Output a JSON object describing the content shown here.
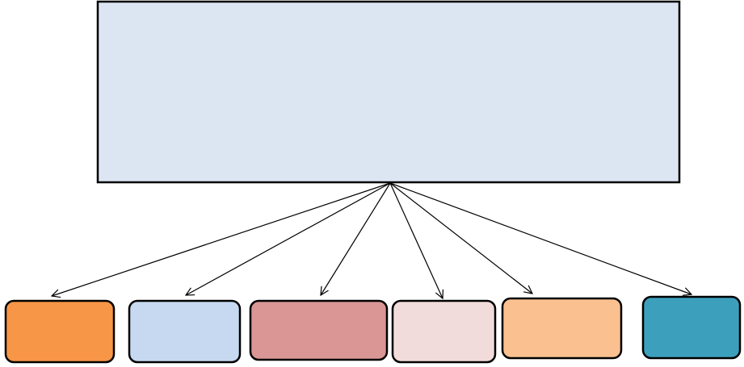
{
  "diagram": {
    "root": {
      "text": "",
      "fill": "#dce6f2",
      "stroke": "#000000"
    },
    "children": [
      {
        "id": "child-1",
        "text": "",
        "fill": "#f79646",
        "stroke": "#000000"
      },
      {
        "id": "child-2",
        "text": "",
        "fill": "#c6d9f0",
        "stroke": "#000000"
      },
      {
        "id": "child-3",
        "text": "",
        "fill": "#d99694",
        "stroke": "#000000"
      },
      {
        "id": "child-4",
        "text": "",
        "fill": "#f2dcdb",
        "stroke": "#000000"
      },
      {
        "id": "child-5",
        "text": "",
        "fill": "#fac090",
        "stroke": "#000000"
      },
      {
        "id": "child-6",
        "text": "",
        "fill": "#3ca0bd",
        "stroke": "#000000"
      }
    ],
    "connector_color": "#000000"
  }
}
